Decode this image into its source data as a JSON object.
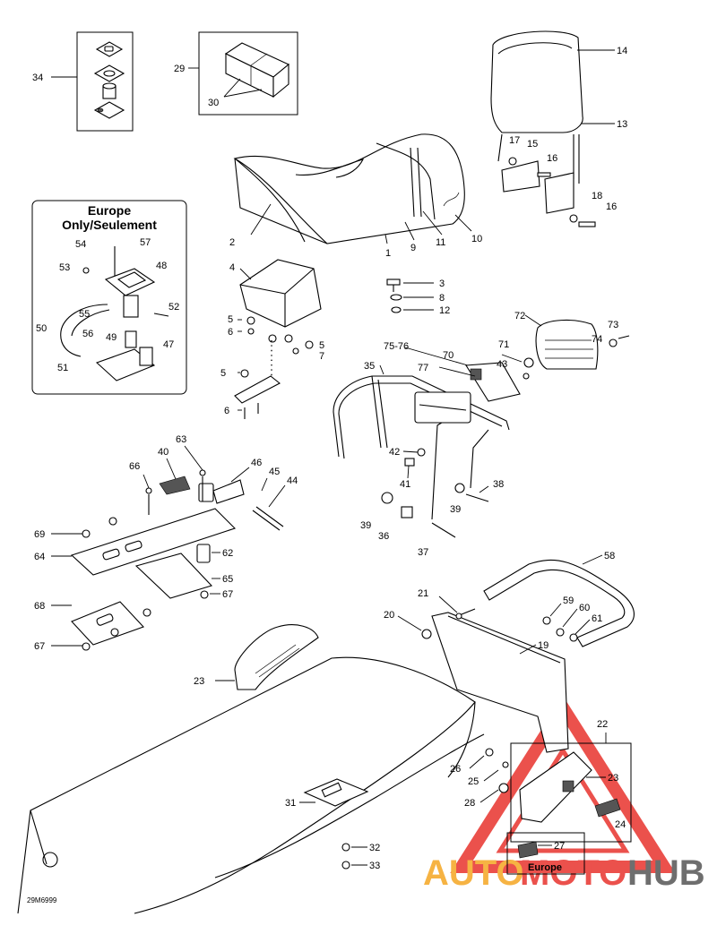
{
  "diagram_code": "29M6999",
  "europe_box": {
    "line1": "Europe",
    "line2": "Only/Seulement"
  },
  "europe_small_label": "Europe",
  "watermark": {
    "auto": "AUTO",
    "moto": "MOTO",
    "hub": "HUB"
  },
  "colors": {
    "watermark_red": "#e8332d",
    "watermark_orange": "#f5a623",
    "watermark_gray": "#555555"
  },
  "labels": {
    "p1": "1",
    "p2": "2",
    "p3": "3",
    "p4": "4",
    "p5": "5",
    "p6": "6",
    "p7": "7",
    "p8": "8",
    "p9": "9",
    "p10": "10",
    "p11": "11",
    "p12": "12",
    "p13": "13",
    "p14": "14",
    "p15": "15",
    "p16": "16",
    "p17": "17",
    "p18": "18",
    "p19": "19",
    "p20": "20",
    "p21": "21",
    "p22": "22",
    "p23": "23",
    "p24": "24",
    "p25": "25",
    "p26": "26",
    "p27": "27",
    "p28": "28",
    "p29": "29",
    "p30": "30",
    "p31": "31",
    "p32": "32",
    "p33": "33",
    "p34": "34",
    "p35": "35",
    "p36": "36",
    "p37": "37",
    "p38": "38",
    "p39": "39",
    "p40": "40",
    "p41": "41",
    "p42": "42",
    "p43": "43",
    "p44": "44",
    "p45": "45",
    "p46": "46",
    "p47": "47",
    "p48": "48",
    "p49": "49",
    "p50": "50",
    "p51": "51",
    "p52": "52",
    "p53": "53",
    "p54": "54",
    "p55": "55",
    "p56": "56",
    "p57": "57",
    "p58": "58",
    "p59": "59",
    "p60": "60",
    "p61": "61",
    "p62": "62",
    "p63": "63",
    "p64": "64",
    "p65": "65",
    "p66": "66",
    "p67": "67",
    "p68": "68",
    "p69": "69",
    "p70": "70",
    "p71": "71",
    "p72": "72",
    "p73": "73",
    "p74": "74",
    "p75_76": "75-76",
    "p77": "77"
  }
}
